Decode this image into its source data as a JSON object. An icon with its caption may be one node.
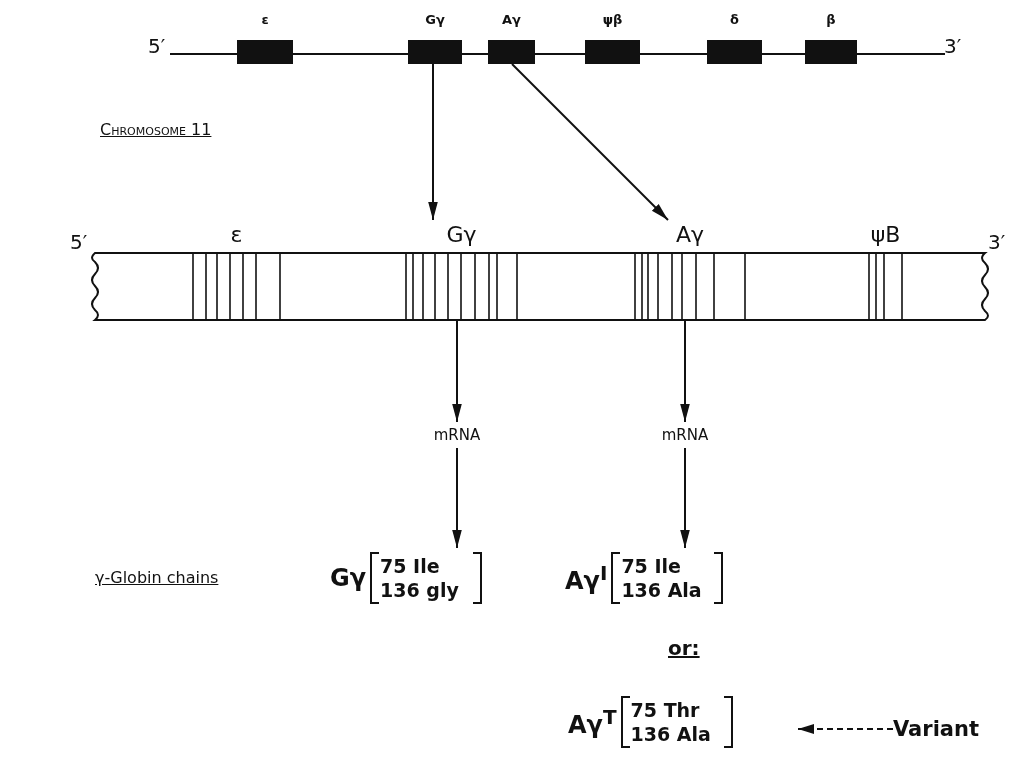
{
  "diagram": {
    "nodes": [
      {
        "text": [
          "ε"
        ]
      },
      {
        "text": [
          "Gγ"
        ]
      },
      {
        "text": [
          "Aγ"
        ]
      },
      {
        "text": [
          "ψβ"
        ]
      },
      {
        "text": [
          "δ"
        ]
      },
      {
        "text": [
          "β"
        ]
      },
      {
        "text": [
          "ε"
        ]
      },
      {
        "text": [
          "Gγ"
        ]
      },
      {
        "text": [
          "Aγ"
        ]
      },
      {
        "text": [
          "ψB"
        ]
      },
      {
        "text": [
          "mRNA"
        ]
      },
      {
        "text": [
          "mRNA"
        ]
      },
      {
        "text": [
          "Gγ",
          "75 Ile 136 gly"
        ]
      },
      {
        "text": [
          "Aγ$^{I}$",
          "75 Ile 136 Ala"
        ]
      },
      {
        "text": [
          "Aγ$^{T}$",
          "75 Thr 136 Ala"
        ]
      },
      {
        "text": [
          "Variant"
        ]
      }
    ],
    "edges": [
      {
        "from": 1,
        "to": 7,
        "arrow": "to"
      },
      {
        "from": 2,
        "to": 8,
        "arrow": "to"
      },
      {
        "from": 7,
        "to": 10,
        "arrow": "to"
      },
      {
        "from": 10,
        "to": 12,
        "arrow": "to"
      },
      {
        "from": 8,
        "to": 11,
        "arrow": "to"
      },
      {
        "from": 11,
        "to": 13,
        "arrow": "to"
      },
      {
        "from": 15,
        "to": 14,
        "arrow": "to",
        "style": "dashed"
      }
    ],
    "labels": [
      "5′",
      "3′",
      "Chromosome 11",
      "5′",
      "3′",
      "γ-Globin chains",
      "or:"
    ]
  }
}
